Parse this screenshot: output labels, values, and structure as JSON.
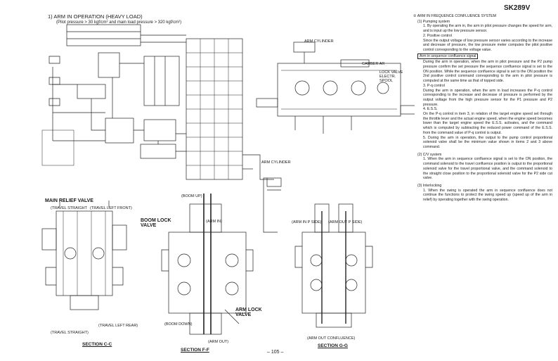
{
  "header": {
    "model": "SK289V"
  },
  "diagram": {
    "title": "1) ARM IN OPERATION (HEAVY LOAD)",
    "subtitle": "(Pilot pressure > 30 kgf/cm² and main load pressure > 320 kgf/cm²)",
    "labels": {
      "arm_cylinder_top": "ARM CYLINDER",
      "arm_cylinder_mid": "ARM CYLINDER",
      "camber_arm": "CAMBER AR",
      "lock_valve_electr": "LOCK VALVE ELECTR. SPOOL",
      "boom_up": "(BOOM UP)",
      "boom_down": "(BOOM DOWN)",
      "boom_lock_valve": "BOOM LOCK VALVE",
      "arm_in_top": "(ARM IN)",
      "arm_out": "(ARM OUT)",
      "arm_lock_valve": "ARM LOCK VALVE",
      "main_relief_valve": "MAIN RELIEF VALVE",
      "travel_straight_top": "(TRAVEL STRAIGHT",
      "travel_left_front": "(TRAVEL LEFT FRONT)",
      "travel_left_rear": "(TRAVEL LEFT REAR)",
      "travel_straight_bottom": "(TRAVEL STRAIGHT)",
      "arm_in_p_side": "(ARM IN P SIDE)",
      "arm_out_p_side": "(ARM OUT P SIDE)",
      "arm_out_confluence": "(ARM OUT CONFLUENCE)",
      "section_c": "SECTION C-C",
      "section_f": "SECTION F-F",
      "section_g": "SECTION G-G"
    }
  },
  "right_column": {
    "heading": "② ARM IN FREQUENCE CONFLUENCE SYSTEM",
    "sections": [
      {
        "label": "(1) Pumping system",
        "items": [
          "1. By operating the arm in, the arm in pilot pressure changes the speed for arm, and is input up the low pressure sensor.",
          "2. Positive control",
          "Since the output voltage of low pressure sensor varies according to the increase and decrease of pressure, the low pressure meter computes the pilot positive control corresponding to the voltage value."
        ]
      },
      {
        "label": "Arm in sequence confluence signal",
        "boxed": true,
        "items": [
          "During the arm in operation, when the arm in pilot pressure and the P2 pump pressure confirm the set pressure the sequence confluence signal is set to the ON position. While the sequence confluence signal is set to the ON position the 2nd positive control command corresponding to the arm in pilot pressure is computed at the same time as that of topped side.",
          "3. P-q control",
          "During the arm in operation, when the arm in load increases the P-q control corresponding to the increase and decrease of pressure is performed by the output voltage from the high pressure sensor for the P1 pressure and P2 pressure.",
          "4. E.S.S.",
          "On the P-q control in item 3, in relation of the target engine speed set through the throttle lever and the actual engine speed, when the engine speed becomes lower than the target engine speed the E.S.S. activates, and the command which is computed by subtracting the reduced power command of the E.S.S. from the command value of P-q control is output.",
          "5. During the arm in operation, the output to the pump control proportional solenoid valve shall be the minimum value shown in items 2 and 3 above command."
        ]
      },
      {
        "label": "(2) C/V system",
        "items": [
          "1. When the arm in sequence confluence signal is set to the ON position, the command solenoid to the travel confluence position is output to the proportional solenoid valve for the travel proportional valve, and the command solenoid to the straight close position to the proportional solenoid valve for the P2 side cut valve."
        ]
      },
      {
        "label": "(3) Interlocking",
        "items": [
          "1. When the swing is operated the arm in sequence confluence does not continue the functions to protect the swing speed up (speed up of the arm in relief) by operating together with the swing operation."
        ]
      }
    ]
  },
  "footer": {
    "page_number": "– 105 –"
  }
}
